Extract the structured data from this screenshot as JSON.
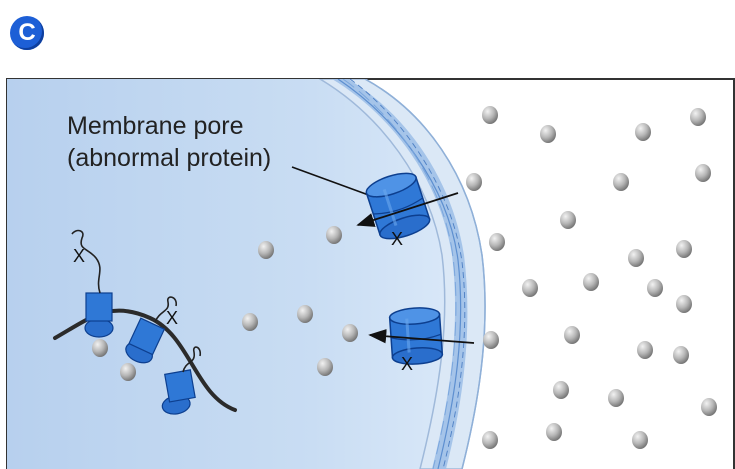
{
  "figure": {
    "panel_letter": "C"
  },
  "annotation": {
    "line1": "Membrane pore",
    "line2": "(abnormal protein)"
  },
  "marker": "X",
  "colors": {
    "cell_interior": "#c7dcf2",
    "membrane_band": "#a7c7ea",
    "protein": "#2f78d6",
    "particle": "#a9a9a9",
    "background": "#ffffff"
  }
}
